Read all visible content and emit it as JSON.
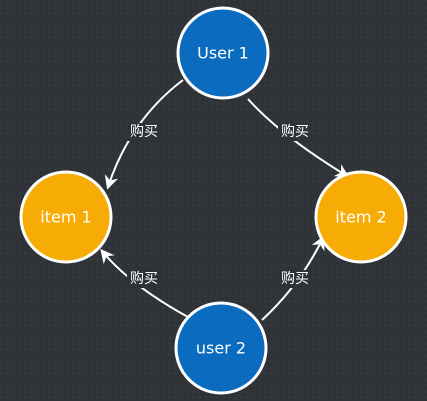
{
  "colors": {
    "background": "#2f3337",
    "user_node": "#0a6bbf",
    "item_node": "#f7ac05",
    "stroke": "#ffffff"
  },
  "nodes": [
    {
      "id": "user1",
      "label": "User 1",
      "kind": "user"
    },
    {
      "id": "item1",
      "label": "item 1",
      "kind": "item"
    },
    {
      "id": "item2",
      "label": "item 2",
      "kind": "item"
    },
    {
      "id": "user2",
      "label": "user 2",
      "kind": "user"
    }
  ],
  "edges": [
    {
      "from": "user1",
      "to": "item1",
      "label": "购买"
    },
    {
      "from": "user1",
      "to": "item2",
      "label": "购买"
    },
    {
      "from": "user2",
      "to": "item1",
      "label": "购买"
    },
    {
      "from": "user2",
      "to": "item2",
      "label": "购买"
    }
  ]
}
